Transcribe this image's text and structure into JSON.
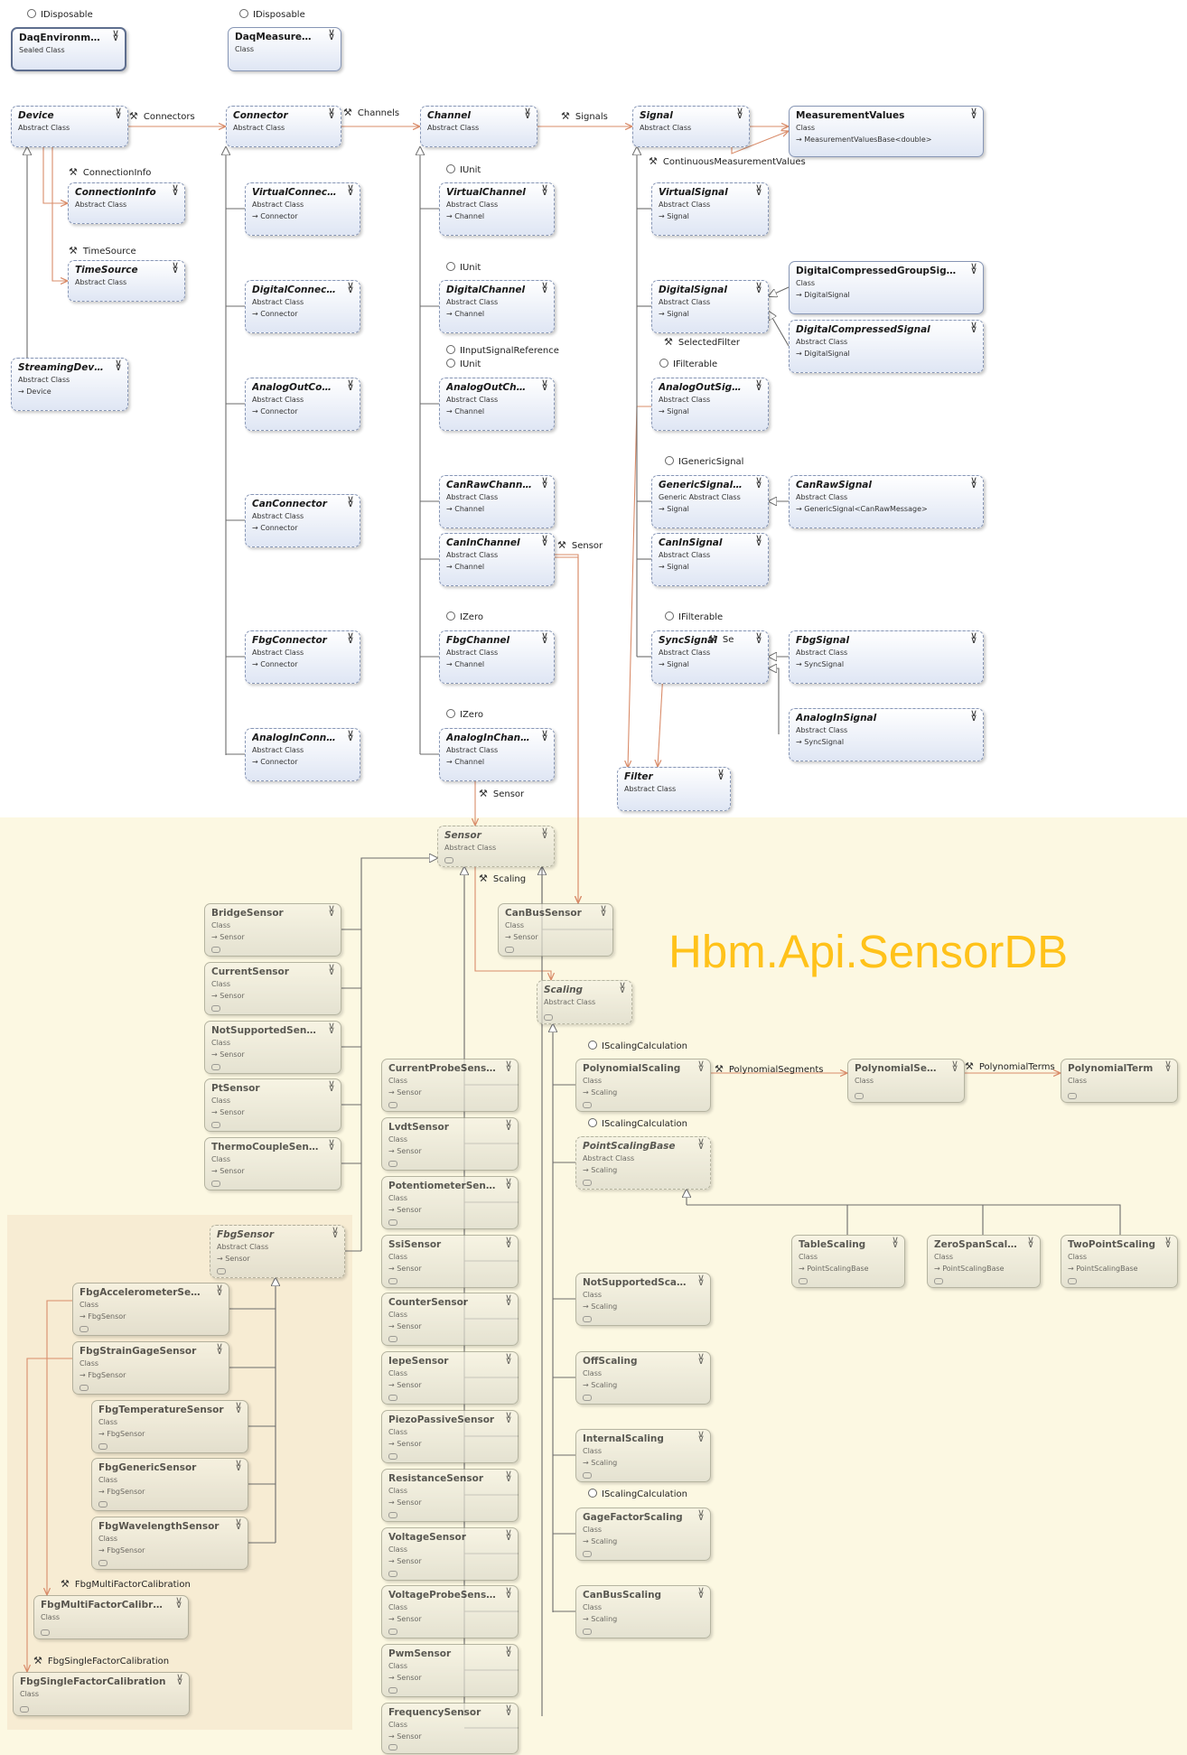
{
  "namespace_label": "Hbm.Api.SensorDB",
  "colors": {
    "box_border": "#8796b5",
    "association_line": "#d98c6a",
    "inheritance_line": "#6b6b6b",
    "region_background": "#fcf8e2",
    "namespace_label": "#ffc21a"
  },
  "icons": {
    "expand": "chevron-double-down-icon",
    "property": "wrench-icon",
    "interface": "lollipop-icon",
    "base": "inherit-arrow-icon"
  },
  "classes": [
    {
      "id": "DaqEnvironment",
      "title": "DaqEnvironment",
      "stereotype": "Sealed Class"
    },
    {
      "id": "DaqMeasurement",
      "title": "DaqMeasurement",
      "stereotype": "Class"
    },
    {
      "id": "Device",
      "title": "Device",
      "stereotype": "Abstract Class"
    },
    {
      "id": "Connector",
      "title": "Connector",
      "stereotype": "Abstract Class"
    },
    {
      "id": "Channel",
      "title": "Channel",
      "stereotype": "Abstract Class"
    },
    {
      "id": "Signal",
      "title": "Signal",
      "stereotype": "Abstract Class"
    },
    {
      "id": "MeasurementValues",
      "title": "MeasurementValues",
      "stereotype": "Class",
      "base": "MeasurementValuesBase<double>"
    },
    {
      "id": "ConnectionInfo",
      "title": "ConnectionInfo",
      "stereotype": "Abstract Class"
    },
    {
      "id": "TimeSource",
      "title": "TimeSource",
      "stereotype": "Abstract Class"
    },
    {
      "id": "StreamingDevice",
      "title": "StreamingDevice",
      "stereotype": "Abstract Class",
      "base": "Device"
    },
    {
      "id": "VirtualConnector",
      "title": "VirtualConnector",
      "stereotype": "Abstract Class",
      "base": "Connector"
    },
    {
      "id": "DigitalConnector",
      "title": "DigitalConnector",
      "stereotype": "Abstract Class",
      "base": "Connector"
    },
    {
      "id": "AnalogOutConnector",
      "title": "AnalogOutConnec...",
      "stereotype": "Abstract Class",
      "base": "Connector"
    },
    {
      "id": "CanConnector",
      "title": "CanConnector",
      "stereotype": "Abstract Class",
      "base": "Connector"
    },
    {
      "id": "FbgConnector",
      "title": "FbgConnector",
      "stereotype": "Abstract Class",
      "base": "Connector"
    },
    {
      "id": "AnalogInConnector",
      "title": "AnalogInConnector",
      "stereotype": "Abstract Class",
      "base": "Connector"
    },
    {
      "id": "VirtualChannel",
      "title": "VirtualChannel",
      "stereotype": "Abstract Class",
      "base": "Channel"
    },
    {
      "id": "DigitalChannel",
      "title": "DigitalChannel",
      "stereotype": "Abstract Class",
      "base": "Channel"
    },
    {
      "id": "AnalogOutChannel",
      "title": "AnalogOutChannel",
      "stereotype": "Abstract Class",
      "base": "Channel"
    },
    {
      "id": "CanRawChannel",
      "title": "CanRawChannel",
      "stereotype": "Abstract Class",
      "base": "Channel"
    },
    {
      "id": "CanInChannel",
      "title": "CanInChannel",
      "stereotype": "Abstract Class",
      "base": "Channel"
    },
    {
      "id": "FbgChannel",
      "title": "FbgChannel",
      "stereotype": "Abstract Class",
      "base": "Channel"
    },
    {
      "id": "AnalogInChannel",
      "title": "AnalogInChannel",
      "stereotype": "Abstract Class",
      "base": "Channel"
    },
    {
      "id": "VirtualSignal",
      "title": "VirtualSignal",
      "stereotype": "Abstract Class",
      "base": "Signal"
    },
    {
      "id": "DigitalSignal",
      "title": "DigitalSignal",
      "stereotype": "Abstract Class",
      "base": "Signal"
    },
    {
      "id": "AnalogOutSignal",
      "title": "AnalogOutSignal",
      "stereotype": "Abstract Class",
      "base": "Signal"
    },
    {
      "id": "GenericSignal",
      "title": "GenericSignal<T>",
      "stereotype": "Generic Abstract Class",
      "base": "Signal"
    },
    {
      "id": "CanInSignal",
      "title": "CanInSignal",
      "stereotype": "Abstract Class",
      "base": "Signal"
    },
    {
      "id": "SyncSignal",
      "title": "SyncSignal",
      "stereotype": "Abstract Class",
      "base": "Signal"
    },
    {
      "id": "Filter",
      "title": "Filter",
      "stereotype": "Abstract Class"
    },
    {
      "id": "DigitalCompressedGroupSignal",
      "title": "DigitalCompressedGroupSignal",
      "stereotype": "Class",
      "base": "DigitalSignal"
    },
    {
      "id": "DigitalCompressedSignal",
      "title": "DigitalCompressedSignal",
      "stereotype": "Abstract Class",
      "base": "DigitalSignal"
    },
    {
      "id": "CanRawSignal",
      "title": "CanRawSignal",
      "stereotype": "Abstract Class",
      "base": "GenericSignal<CanRawMessage>"
    },
    {
      "id": "FbgSignal",
      "title": "FbgSignal",
      "stereotype": "Abstract Class",
      "base": "SyncSignal"
    },
    {
      "id": "AnalogInSignal",
      "title": "AnalogInSignal",
      "stereotype": "Abstract Class",
      "base": "SyncSignal"
    },
    {
      "id": "Sensor",
      "title": "Sensor",
      "stereotype": "Abstract Class"
    },
    {
      "id": "CanBusSensor",
      "title": "CanBusSensor",
      "stereotype": "Class",
      "base": "Sensor"
    },
    {
      "id": "Scaling",
      "title": "Scaling",
      "stereotype": "Abstract Class"
    },
    {
      "id": "BridgeSensor",
      "title": "BridgeSensor",
      "stereotype": "Class",
      "base": "Sensor"
    },
    {
      "id": "CurrentSensor",
      "title": "CurrentSensor",
      "stereotype": "Class",
      "base": "Sensor"
    },
    {
      "id": "NotSupportedSensor",
      "title": "NotSupportedSensor",
      "stereotype": "Class",
      "base": "Sensor"
    },
    {
      "id": "PtSensor",
      "title": "PtSensor",
      "stereotype": "Class",
      "base": "Sensor"
    },
    {
      "id": "ThermoCoupleSensor",
      "title": "ThermoCoupleSensor",
      "stereotype": "Class",
      "base": "Sensor"
    },
    {
      "id": "FbgSensor",
      "title": "FbgSensor",
      "stereotype": "Abstract Class",
      "base": "Sensor"
    },
    {
      "id": "FbgAccelerometerSensor",
      "title": "FbgAccelerometerSensor",
      "stereotype": "Class",
      "base": "FbgSensor"
    },
    {
      "id": "FbgStrainGageSensor",
      "title": "FbgStrainGageSensor",
      "stereotype": "Class",
      "base": "FbgSensor"
    },
    {
      "id": "FbgTemperatureSensor",
      "title": "FbgTemperatureSensor",
      "stereotype": "Class",
      "base": "FbgSensor"
    },
    {
      "id": "FbgGenericSensor",
      "title": "FbgGenericSensor",
      "stereotype": "Class",
      "base": "FbgSensor"
    },
    {
      "id": "FbgWavelengthSensor",
      "title": "FbgWavelengthSensor",
      "stereotype": "Class",
      "base": "FbgSensor"
    },
    {
      "id": "FbgMultiFactorCalibration",
      "title": "FbgMultiFactorCalibration",
      "stereotype": "Class"
    },
    {
      "id": "FbgSingleFactorCalibration",
      "title": "FbgSingleFactorCalibration",
      "stereotype": "Class"
    },
    {
      "id": "CurrentProbeSensor",
      "title": "CurrentProbeSensor",
      "stereotype": "Class",
      "base": "Sensor"
    },
    {
      "id": "LvdtSensor",
      "title": "LvdtSensor",
      "stereotype": "Class",
      "base": "Sensor"
    },
    {
      "id": "PotentiometerSensor",
      "title": "PotentiometerSensor",
      "stereotype": "Class",
      "base": "Sensor"
    },
    {
      "id": "SsiSensor",
      "title": "SsiSensor",
      "stereotype": "Class",
      "base": "Sensor"
    },
    {
      "id": "CounterSensor",
      "title": "CounterSensor",
      "stereotype": "Class",
      "base": "Sensor"
    },
    {
      "id": "IepeSensor",
      "title": "IepeSensor",
      "stereotype": "Class",
      "base": "Sensor"
    },
    {
      "id": "PiezoPassiveSensor",
      "title": "PiezoPassiveSensor",
      "stereotype": "Class",
      "base": "Sensor"
    },
    {
      "id": "ResistanceSensor",
      "title": "ResistanceSensor",
      "stereotype": "Class",
      "base": "Sensor"
    },
    {
      "id": "VoltageSensor",
      "title": "VoltageSensor",
      "stereotype": "Class",
      "base": "Sensor"
    },
    {
      "id": "VoltageProbeSensor",
      "title": "VoltageProbeSensor",
      "stereotype": "Class",
      "base": "Sensor"
    },
    {
      "id": "PwmSensor",
      "title": "PwmSensor",
      "stereotype": "Class",
      "base": "Sensor"
    },
    {
      "id": "FrequencySensor",
      "title": "FrequencySensor",
      "stereotype": "Class",
      "base": "Sensor"
    },
    {
      "id": "PolynomialScaling",
      "title": "PolynomialScaling",
      "stereotype": "Class",
      "base": "Scaling"
    },
    {
      "id": "PolynomialSegment",
      "title": "PolynomialSeg...",
      "stereotype": "Class"
    },
    {
      "id": "PolynomialTerm",
      "title": "PolynomialTerm",
      "stereotype": "Class"
    },
    {
      "id": "PointScalingBase",
      "title": "PointScalingBase",
      "stereotype": "Abstract Class",
      "base": "Scaling"
    },
    {
      "id": "TableScaling",
      "title": "TableScaling",
      "stereotype": "Class",
      "base": "PointScalingBase"
    },
    {
      "id": "ZeroSpanScaling",
      "title": "ZeroSpanScaling",
      "stereotype": "Class",
      "base": "PointScalingBase"
    },
    {
      "id": "TwoPointScaling",
      "title": "TwoPointScaling",
      "stereotype": "Class",
      "base": "PointScalingBase"
    },
    {
      "id": "NotSupportedScaling",
      "title": "NotSupportedScaling",
      "stereotype": "Class",
      "base": "Scaling"
    },
    {
      "id": "OffScaling",
      "title": "OffScaling",
      "stereotype": "Class",
      "base": "Scaling"
    },
    {
      "id": "InternalScaling",
      "title": "InternalScaling",
      "stereotype": "Class",
      "base": "Scaling"
    },
    {
      "id": "GageFactorScaling",
      "title": "GageFactorScaling",
      "stereotype": "Class",
      "base": "Scaling"
    },
    {
      "id": "CanBusScaling",
      "title": "CanBusScaling",
      "stereotype": "Class",
      "base": "Scaling"
    }
  ],
  "interfaces": [
    {
      "id": "i-daqenv",
      "text": "IDisposable"
    },
    {
      "id": "i-daqmeas",
      "text": "IDisposable"
    },
    {
      "id": "i-virtchan",
      "text": "IUnit"
    },
    {
      "id": "i-digchan",
      "text": "IUnit"
    },
    {
      "id": "i-aoutchan1",
      "text": "IInputSignalReference"
    },
    {
      "id": "i-aoutchan2",
      "text": "IUnit"
    },
    {
      "id": "i-fbgchan",
      "text": "IZero"
    },
    {
      "id": "i-ainchan",
      "text": "IZero"
    },
    {
      "id": "i-aoutsig",
      "text": "IFilterable"
    },
    {
      "id": "i-gensig",
      "text": "IGenericSignal"
    },
    {
      "id": "i-syncsig",
      "text": "IFilterable"
    },
    {
      "id": "i-polyscal",
      "text": "IScalingCalculation"
    },
    {
      "id": "i-pointscal",
      "text": "IScalingCalculation"
    },
    {
      "id": "i-gagescal",
      "text": "IScalingCalculation"
    }
  ],
  "associations": [
    {
      "id": "a-connectors",
      "text": "Connectors"
    },
    {
      "id": "a-channels",
      "text": "Channels"
    },
    {
      "id": "a-signals",
      "text": "Signals"
    },
    {
      "id": "a-connectioninfo",
      "text": "ConnectionInfo"
    },
    {
      "id": "a-timesource",
      "text": "TimeSource"
    },
    {
      "id": "a-contvalues",
      "text": "ContinuousMeasurementValues"
    },
    {
      "id": "a-selfilter",
      "text": "SelectedFilter"
    },
    {
      "id": "a-caninsensor",
      "text": "Sensor"
    },
    {
      "id": "a-syncse",
      "text": "Se"
    },
    {
      "id": "a-ainsensor",
      "text": "Sensor"
    },
    {
      "id": "a-scaling",
      "text": "Scaling"
    },
    {
      "id": "a-polysegs",
      "text": "PolynomialSegments"
    },
    {
      "id": "a-polyterms",
      "text": "PolynomialTerms"
    },
    {
      "id": "a-multifactor",
      "text": "FbgMultiFactorCalibration"
    },
    {
      "id": "a-singlefactor",
      "text": "FbgSingleFactorCalibration"
    }
  ]
}
